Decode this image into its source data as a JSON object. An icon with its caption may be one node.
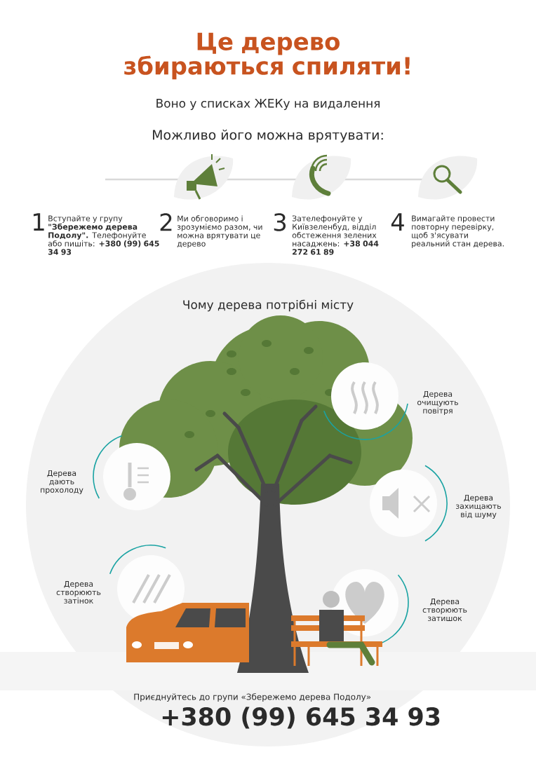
{
  "diagram": {
    "title": "Це дерево збираються спиляти!",
    "labels": [
      "Воно у списках ЖЕКу на видалення",
      "Можливо його можна врятувати:",
      "1",
      "Вступайте у групу **\"Збережемо дерева Подолу\".** Телефонуйте або пишіть: **+380 (99) 645 34 93**",
      "2",
      "Ми обговоримо і зрозуміємо разом, чи можна врятувати це дерево",
      "3",
      "Зателефонуйте у Київзеленбуд, відділ обстеження зелених насаджень: **+38 044 272 61 89**",
      "4",
      "Вимагайте провести повторну перевірку, щоб з'ясувати реальний стан дерева.",
      "Чому дерева потрібні місту",
      "Дерева очищують повітря",
      "Дерева дають прохолоду",
      "Дерева захищають від шуму",
      "Дерева створюють затінок",
      "Дерева створюють затишок",
      "Приєднуйтесь до групи «Збережемо дерева Подолу»",
      "+380 (99) 645 34 93"
    ]
  }
}
